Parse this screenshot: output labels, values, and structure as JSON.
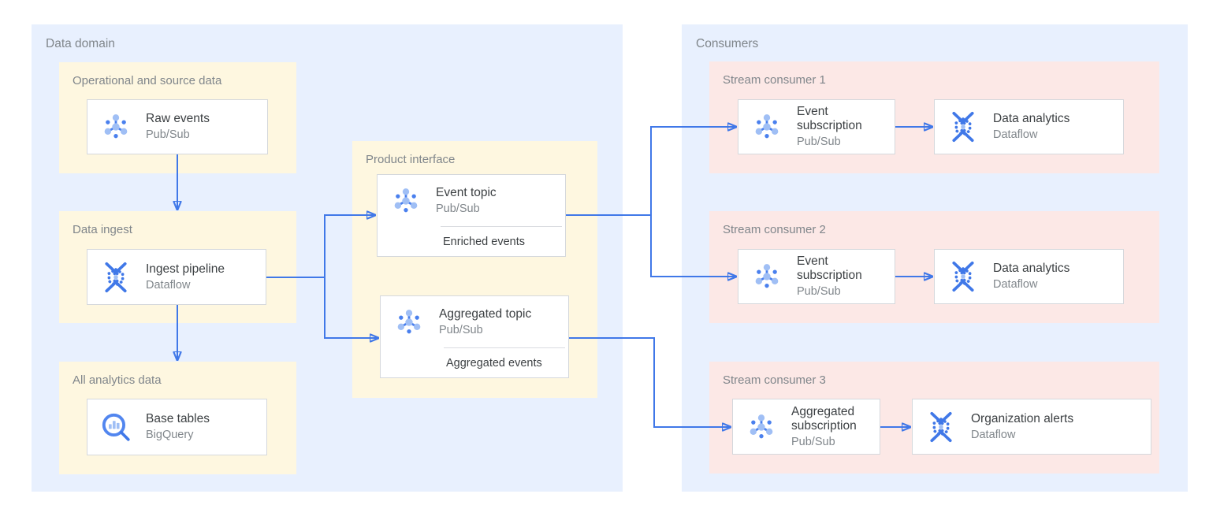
{
  "colors": {
    "canvas_bg": "#ffffff",
    "region_fill": "#e8f0fe",
    "producer_group_fill": "#fef7e0",
    "consumer_group_fill": "#fce8e6",
    "card_bg": "#ffffff",
    "card_border": "#d5d8dc",
    "arrow": "#4078e8",
    "label_gray": "#80868b",
    "title_dark": "#3c4043",
    "icon_dark_blue": "#4a80ee",
    "icon_light_blue": "#a0bff5",
    "bigquery_blue": "#5286ef"
  },
  "regions": {
    "data_domain": {
      "label": "Data domain"
    },
    "consumers": {
      "label": "Consumers"
    }
  },
  "groups": {
    "operational": {
      "label": "Operational and source data"
    },
    "data_ingest": {
      "label": "Data ingest"
    },
    "all_analytics": {
      "label": "All analytics data"
    },
    "product_interface": {
      "label": "Product interface"
    },
    "stream_consumer_1": {
      "label": "Stream consumer 1"
    },
    "stream_consumer_2": {
      "label": "Stream consumer 2"
    },
    "stream_consumer_3": {
      "label": "Stream consumer 3"
    }
  },
  "cards": {
    "raw_events": {
      "title": "Raw events",
      "service": "Pub/Sub",
      "icon": "pubsub-icon"
    },
    "ingest_pipeline": {
      "title": "Ingest pipeline",
      "service": "Dataflow",
      "icon": "dataflow-icon"
    },
    "base_tables": {
      "title": "Base tables",
      "service": "BigQuery",
      "icon": "bigquery-icon"
    },
    "event_topic": {
      "title": "Event topic",
      "service": "Pub/Sub",
      "tag": "Enriched events",
      "icon": "pubsub-icon"
    },
    "aggregated_topic": {
      "title": "Aggregated topic",
      "service": "Pub/Sub",
      "tag": "Aggregated events",
      "icon": "pubsub-icon"
    },
    "event_subscription_1": {
      "title": "Event subscription",
      "service": "Pub/Sub",
      "icon": "pubsub-icon"
    },
    "data_analytics_1": {
      "title": "Data analytics",
      "service": "Dataflow",
      "icon": "dataflow-icon"
    },
    "event_subscription_2": {
      "title": "Event subscription",
      "service": "Pub/Sub",
      "icon": "pubsub-icon"
    },
    "data_analytics_2": {
      "title": "Data analytics",
      "service": "Dataflow",
      "icon": "dataflow-icon"
    },
    "aggregated_subscription": {
      "title": "Aggregated subscription",
      "service": "Pub/Sub",
      "icon": "pubsub-icon"
    },
    "organization_alerts": {
      "title": "Organization alerts",
      "service": "Dataflow",
      "icon": "dataflow-icon"
    }
  }
}
